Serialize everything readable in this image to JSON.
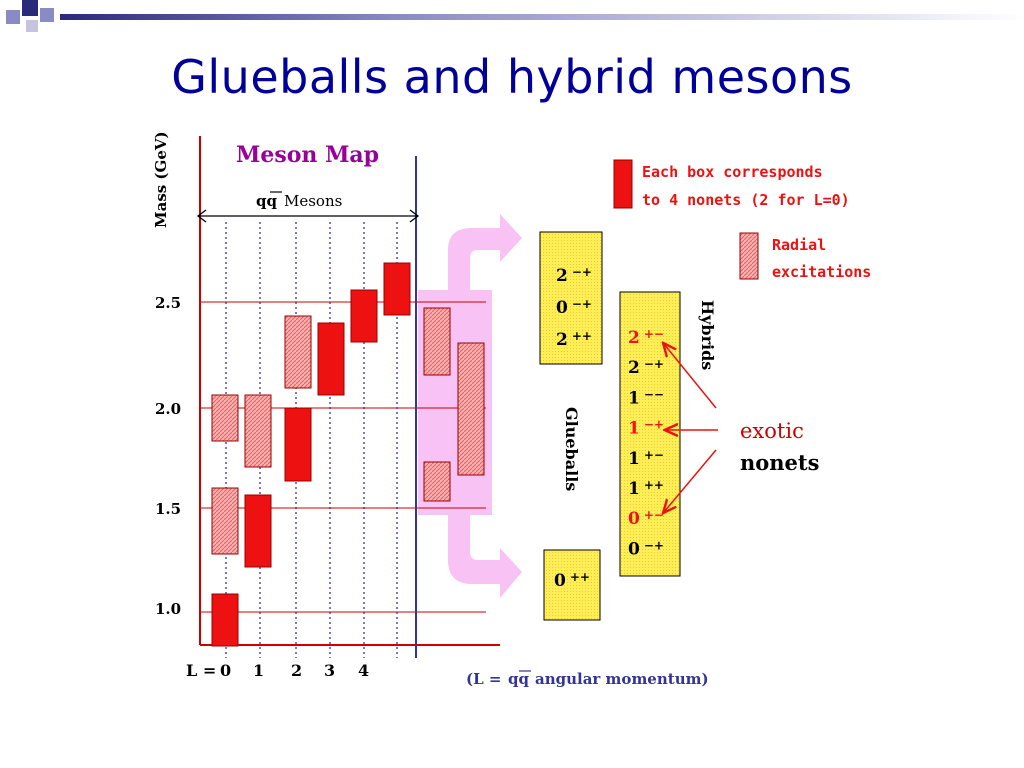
{
  "slide": {
    "title": "Glueballs and hybrid mesons"
  },
  "map": {
    "title": "Meson Map",
    "y_axis_label": "Mass (GeV)",
    "y_ticks": [
      "2.5",
      "2.0",
      "1.5",
      "1.0"
    ],
    "qq_label": "qq",
    "mesons_label": "Mesons",
    "l_prefix": "L =",
    "l_values": [
      "0",
      "1",
      "2",
      "3",
      "4"
    ],
    "footnote_open": "(L =",
    "footnote_qq": "qq",
    "footnote_rest": "angular momentum)"
  },
  "legend": {
    "each_box": [
      "Each box corresponds",
      "to 4 nonets (2 for L=0)"
    ],
    "radial": [
      "Radial",
      "excitations"
    ]
  },
  "glueballs": {
    "label": "Glueballs",
    "upper": [
      {
        "j": "2",
        "pc": "−+"
      },
      {
        "j": "0",
        "pc": "−+"
      },
      {
        "j": "2",
        "pc": "++"
      }
    ],
    "lower": [
      {
        "j": "0",
        "pc": "++"
      }
    ]
  },
  "hybrids": {
    "label": "Hybrids",
    "states": [
      {
        "j": "2",
        "pc": "+−",
        "exotic": true
      },
      {
        "j": "2",
        "pc": "−+",
        "exotic": false
      },
      {
        "j": "1",
        "pc": "−−",
        "exotic": false
      },
      {
        "j": "1",
        "pc": "−+",
        "exotic": true
      },
      {
        "j": "1",
        "pc": "+−",
        "exotic": false
      },
      {
        "j": "1",
        "pc": "++",
        "exotic": false
      },
      {
        "j": "0",
        "pc": "+−",
        "exotic": true
      },
      {
        "j": "0",
        "pc": "−+",
        "exotic": false
      }
    ]
  },
  "exotic_note": [
    "exotic",
    "nonets"
  ],
  "colors": {
    "title": "#000099",
    "meson_map": "#990099",
    "box_red": "#ee1111",
    "radial_fill": "#f4a0a0",
    "glue_yellow": "#ffee55",
    "axis_red": "#cc0000",
    "guide_blue": "#333399",
    "exotic_red": "#ee1111",
    "arrow_pink": "#f8c2f4",
    "exotic_text": "#cc0000"
  }
}
